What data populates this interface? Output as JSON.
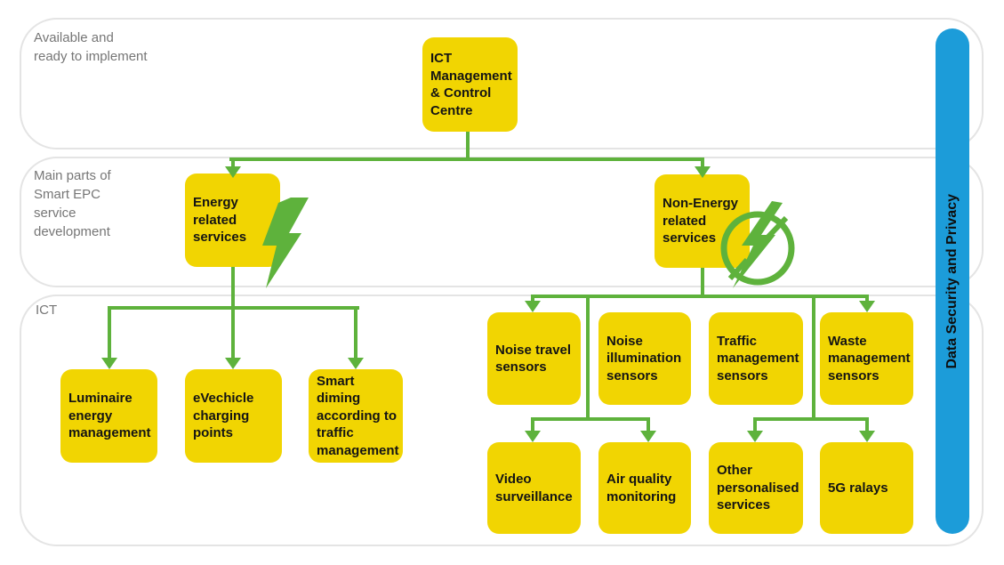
{
  "sections": {
    "available": {
      "label": "Available and\nready to implement"
    },
    "main_parts": {
      "label": "Main parts of\nSmart EPC\nservice\ndevelopment"
    },
    "ict": {
      "label": "ICT"
    }
  },
  "nodes": {
    "control_centre": {
      "label": "ICT\nManagement\n& Control\nCentre"
    },
    "energy": {
      "label": "Energy\nrelated\nservices"
    },
    "non_energy": {
      "label": "Non-Energy\nrelated\nservices"
    },
    "luminaire": {
      "label": "Luminaire\nenergy\nmanagement"
    },
    "evehicle": {
      "label": "eVechicle\ncharging\npoints"
    },
    "smart_dimming": {
      "label": "Smart diming\naccording to\ntraffic\nmanagement"
    },
    "noise_travel": {
      "label": "Noise travel\nsensors"
    },
    "noise_illumination": {
      "label": "Noise\nillumination\nsensors"
    },
    "traffic_management": {
      "label": "Traffic\nmanagement\nsensors"
    },
    "waste_management": {
      "label": "Waste\nmanagement\nsensors"
    },
    "video_surveillance": {
      "label": "Video\nsurveillance"
    },
    "air_quality": {
      "label": "Air quality\nmonitoring"
    },
    "other_services": {
      "label": "Other\npersonalised\nservices"
    },
    "five_g": {
      "label": "5G ralays"
    }
  },
  "banner": {
    "label": "Data Security and Privacy"
  },
  "icons": {
    "energy": "lightning-bolt",
    "non_energy": "crossed-lightning-bolt"
  },
  "hierarchy": {
    "root": "control_centre",
    "children": {
      "control_centre": [
        "energy",
        "non_energy"
      ],
      "energy": [
        "luminaire",
        "evehicle",
        "smart_dimming"
      ],
      "non_energy": [
        "noise_travel",
        "noise_illumination",
        "traffic_management",
        "waste_management",
        "video_surveillance",
        "air_quality",
        "other_services",
        "five_g"
      ]
    }
  },
  "colors": {
    "node_fill": "#f1d502",
    "connector_green": "#5eb23c",
    "banner_blue": "#1c9cd9",
    "section_border": "#e4e4e4",
    "section_label_text": "#767676",
    "node_text": "#141414"
  }
}
